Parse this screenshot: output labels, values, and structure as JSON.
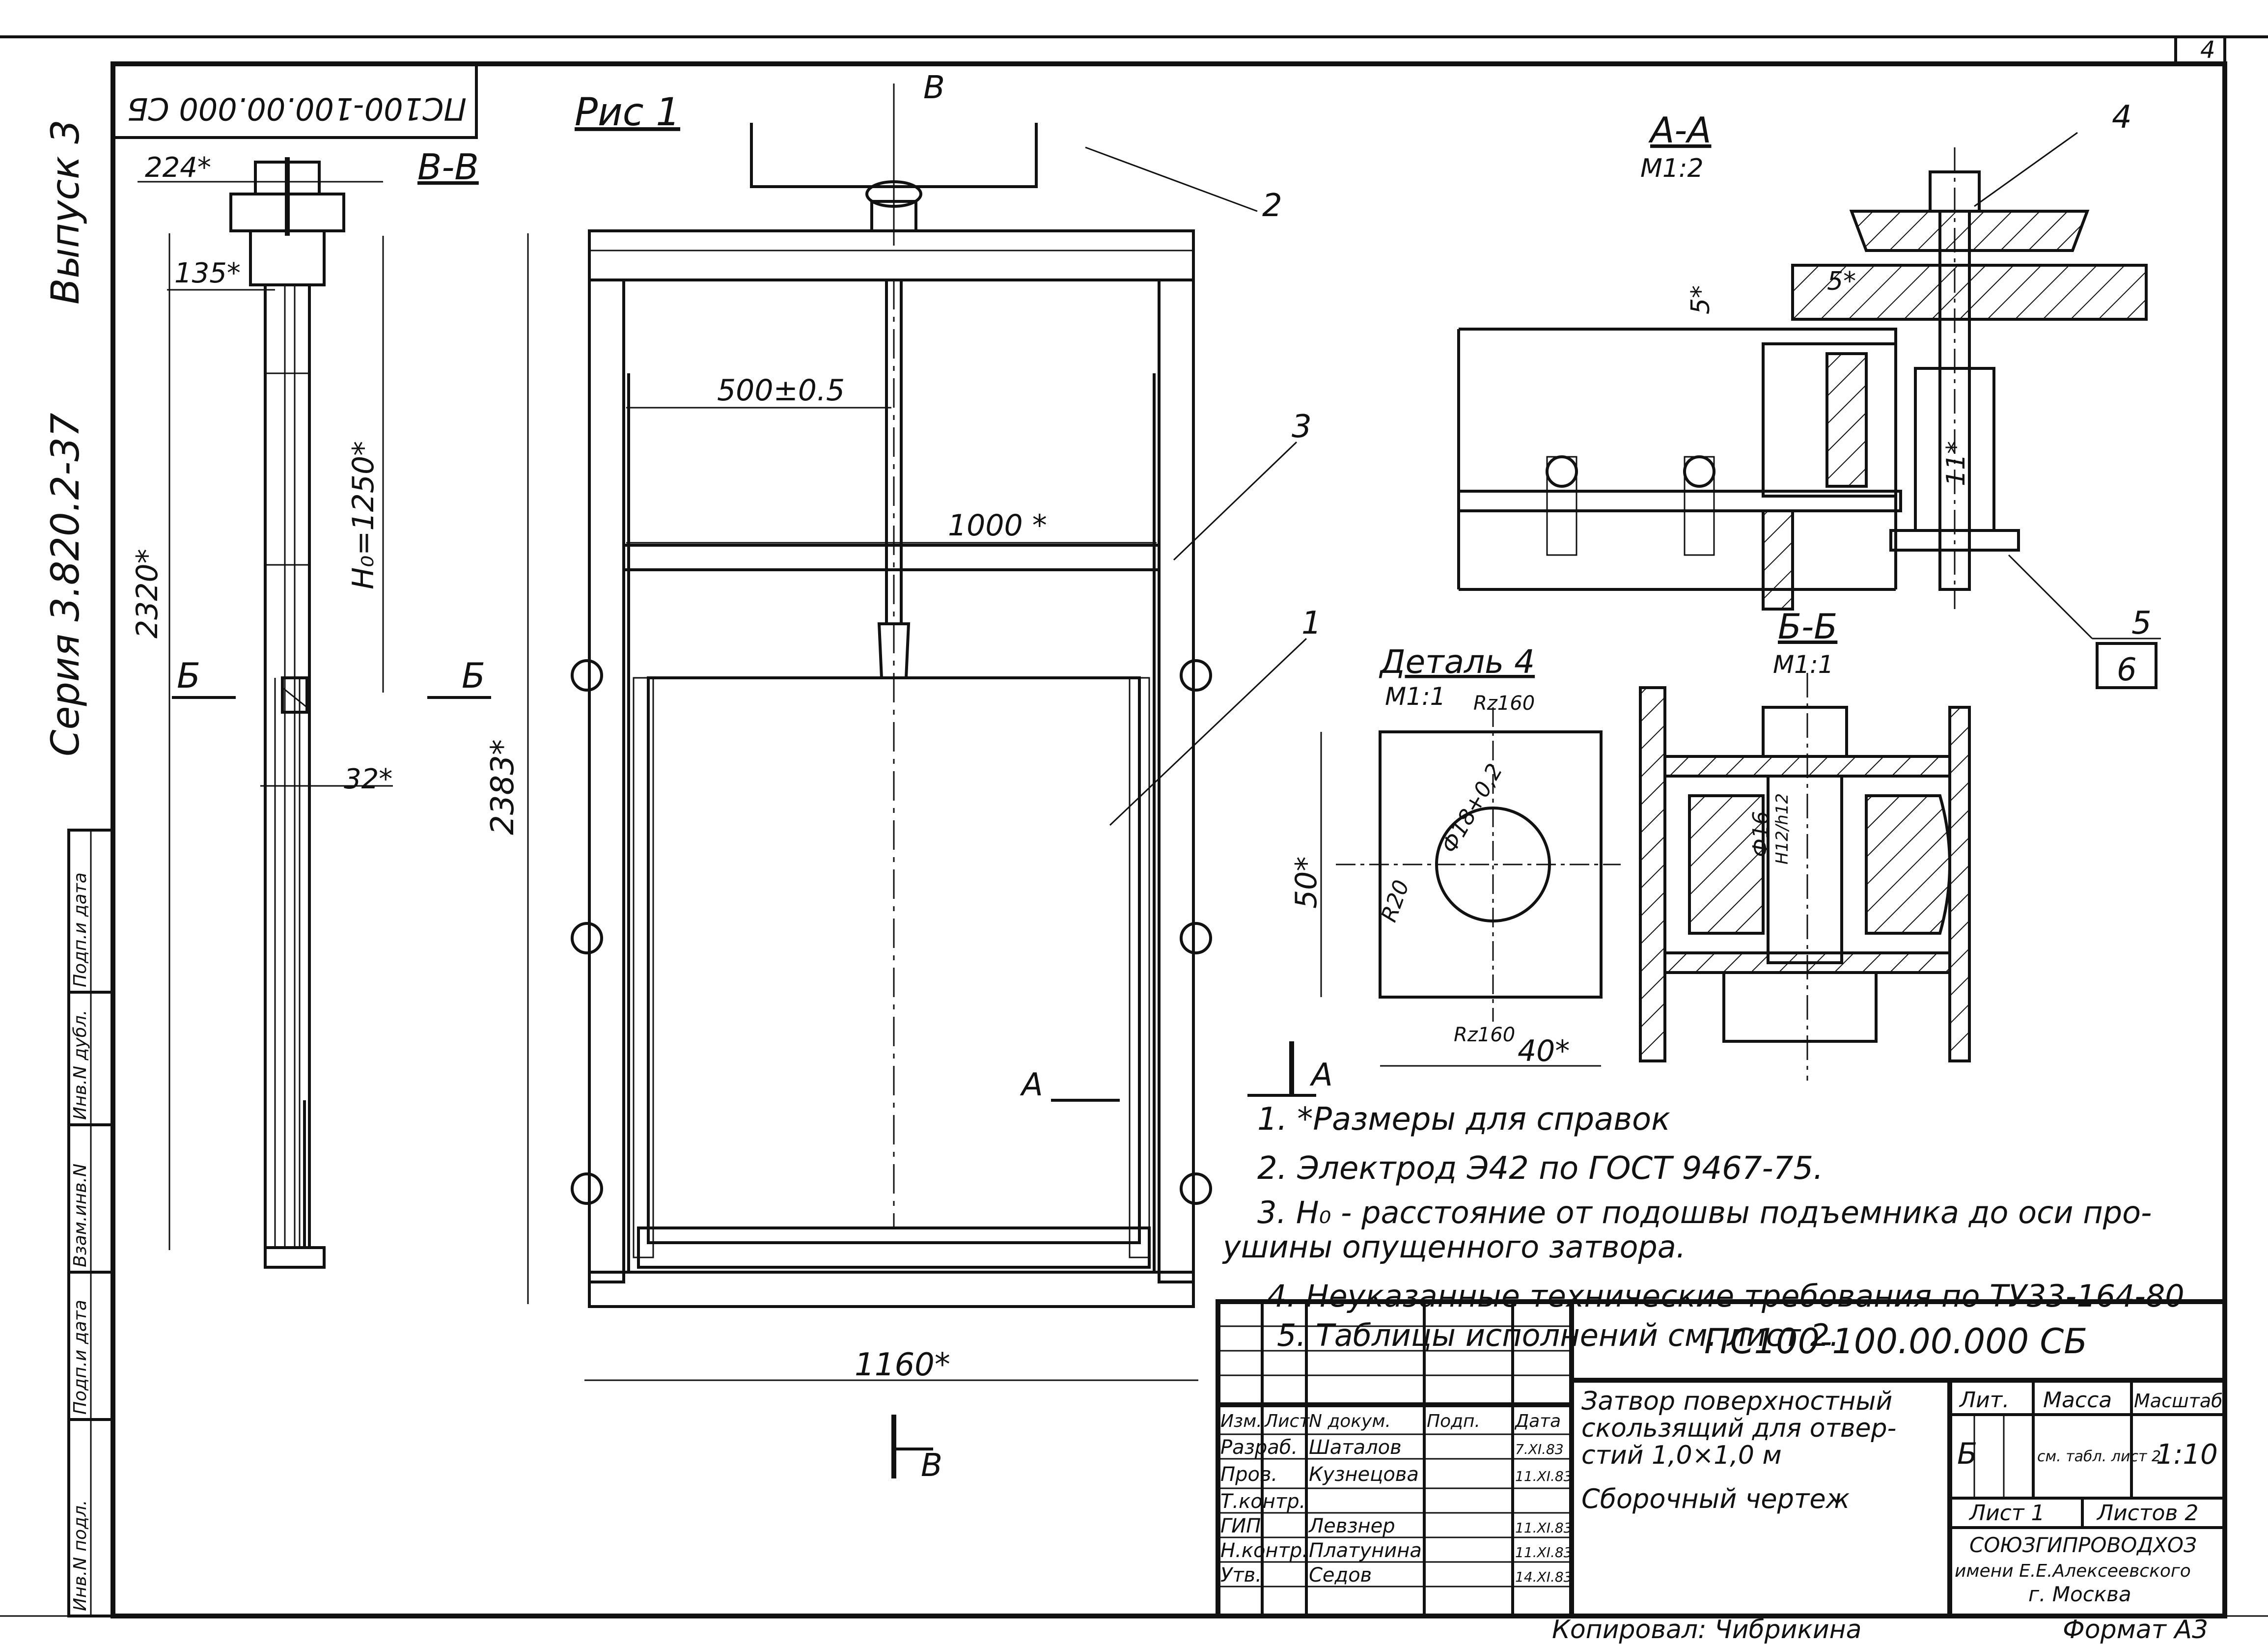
{
  "sheet_number": "4",
  "side_title": {
    "series": "Серия 3.820.2-37",
    "issue": "Выпуск 3"
  },
  "code_box_rotated": "ПС100-100.00.000 СБ",
  "left_strip": {
    "fields": [
      "Инв.N подл.",
      "Подп.и дата",
      "Взам.инв.N",
      "Инв.N дубл.",
      "Подп.и дата"
    ]
  },
  "figure_label": "Рис 1",
  "section_views": {
    "bb_label": "В-В",
    "b_marker": "Б",
    "a_marker": "А",
    "v_marker": "В",
    "aa_title": "А-А",
    "aa_scale": "М1:2",
    "bb2_title": "Б-Б",
    "bb2_scale": "М1:1",
    "detail_title": "Деталь 4",
    "detail_scale": "М1:1"
  },
  "dimensions": {
    "d224": "224*",
    "d135": "135*",
    "d2320": "2320*",
    "h0": "Н₀=1250*",
    "d32": "32*",
    "d500": "500±0.5",
    "d1000": "1000 *",
    "d2383": "2383*",
    "d1160": "1160*",
    "d5a": "5*",
    "d5b": "5*",
    "d11": "11*",
    "d50": "50*",
    "d40": "40*",
    "phi18": "Ф18+0,2",
    "r20": "R20",
    "phi16": "Ф16",
    "fit": "Н12/h12",
    "rz160a": "Rz160",
    "rz160b": "Rz160"
  },
  "callouts": [
    "1",
    "2",
    "3",
    "4",
    "5",
    "6"
  ],
  "notes": [
    "1. *Размеры для справок",
    "2. Электрод Э42 по ГОСТ 9467-75.",
    "3. Н₀ - расстояние от подошвы подъемника до оси про-",
    "ушины опущенного затвора.",
    "4. Неуказанные технические требования по ТУ33-164-80",
    "5. Таблицы исполнений см. лист 2."
  ],
  "title_block": {
    "designation": "ПС100-100.00.000 СБ",
    "name_line1": "Затвор поверхностный",
    "name_line2": "скользящий для отвер-",
    "name_line3": "стий 1,0×1,0 м",
    "doc_type": "Сборочный чертеж",
    "head_cols": [
      "Изм.",
      "Лист",
      "N докум.",
      "Подп.",
      "Дата"
    ],
    "rows": [
      {
        "role": "Разраб.",
        "name": "Шаталов",
        "sign": "",
        "date": "7.XI.83"
      },
      {
        "role": "Пров.",
        "name": "Кузнецова",
        "sign": "",
        "date": "11.XI.83"
      },
      {
        "role": "Т.контр.",
        "name": "",
        "sign": "",
        "date": ""
      },
      {
        "role": "ГИП",
        "name": "Левзнер",
        "sign": "",
        "date": "11.XI.83"
      },
      {
        "role": "Н.контр.",
        "name": "Платунина",
        "sign": "",
        "date": "11.XI.83"
      },
      {
        "role": "Утв.",
        "name": "Седов",
        "sign": "",
        "date": "14.XI.83"
      }
    ],
    "lit_label": "Лит.",
    "mass_label": "Масса",
    "scale_label": "Масштаб",
    "lit_value": "Б",
    "mass_value": "см. табл. лист 2",
    "scale_value": "1:10",
    "sheet_label": "Лист 1",
    "sheets_label": "Листов 2",
    "org_line1": "СОЮЗГИПРОВОДХОЗ",
    "org_line2": "имени Е.Е.Алексеевского",
    "org_line3": "г. Москва"
  },
  "footer": {
    "copied_by": "Копировал: Чибрикина",
    "format": "Формат А3"
  }
}
